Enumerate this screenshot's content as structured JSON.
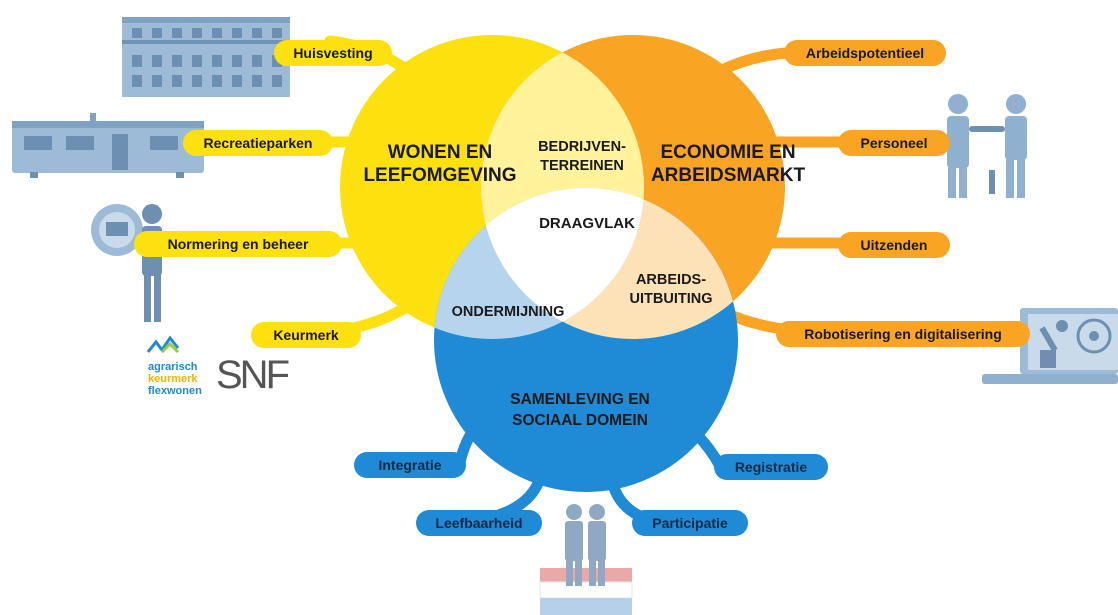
{
  "circles": {
    "wonen": {
      "line1": "WONEN EN",
      "line2": "LEEFOMGEVING",
      "color": "#fde10f"
    },
    "economie": {
      "line1": "ECONOMIE EN",
      "line2": "ARBEIDSMARKT",
      "color": "#f9a423"
    },
    "samenleving": {
      "line1": "SAMENLEVING EN",
      "line2": "SOCIAAL DOMEIN",
      "color": "#1f8ad6"
    }
  },
  "overlaps": {
    "bedrijventerreinen": {
      "line1": "BEDRIJVEN-",
      "line2": "TERREINEN",
      "color": "#fef29b"
    },
    "arbeidsuitbuiting": {
      "line1": "ARBEIDS-",
      "line2": "UITBUITING",
      "color": "#fde2b8"
    },
    "ondermijning": {
      "label": "ONDERMIJNING",
      "color": "#b7d4ef"
    },
    "draagvlak": {
      "label": "DRAAGVLAK",
      "color": "#ffffff"
    }
  },
  "branches": {
    "wonen": [
      "Huisvesting",
      "Recreatieparken",
      "Normering  en beheer",
      "Keurmerk"
    ],
    "economie": [
      "Arbeidspotentieel",
      "Personeel",
      "Uitzenden",
      "Robotisering en digitalisering"
    ],
    "samenleving": [
      "Integratie",
      "Leefbaarheid",
      "Registratie",
      "Participatie"
    ]
  },
  "logos": {
    "keurmerk": {
      "line1": "agrarisch",
      "line2": "keurmerk",
      "line3": "flexwonen"
    },
    "snf": "SNF"
  },
  "icons": [
    "building-icon",
    "mobile-home-icon",
    "inspector-icon",
    "handshake-icon",
    "laptop-robot-icon",
    "people-icon",
    "dutch-flag-icon"
  ]
}
